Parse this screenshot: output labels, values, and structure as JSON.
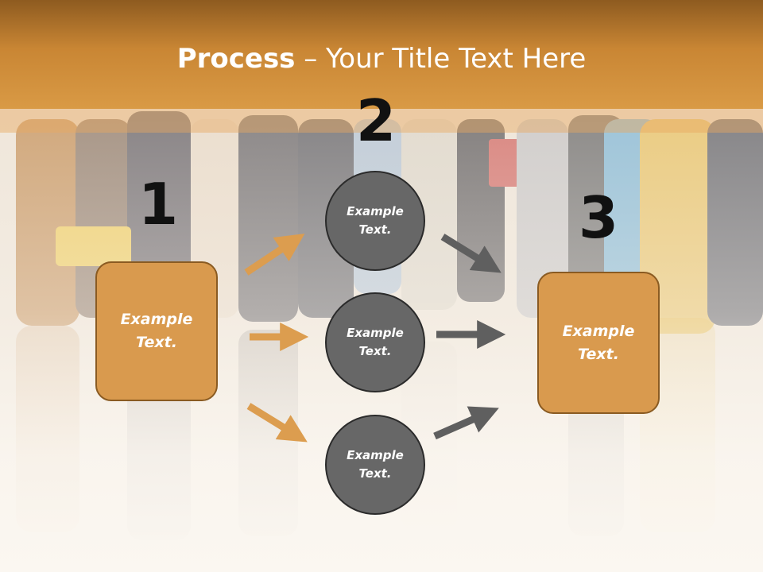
{
  "slide": {
    "title_bold": "Process",
    "title_rest": " – Your Title Text Here"
  },
  "steps": {
    "step1": {
      "number": "1",
      "text": "Example\nText."
    },
    "step2": {
      "number": "2",
      "items": [
        {
          "text": "Example\nText."
        },
        {
          "text": "Example\nText."
        },
        {
          "text": "Example\nText."
        }
      ]
    },
    "step3": {
      "number": "3",
      "text": "Example\nText."
    }
  },
  "colors": {
    "orange_box": "#d99a4e",
    "orange_arrow": "#dc9d4f",
    "gray_circle": "#676767",
    "gray_arrow": "#5f5f5f"
  }
}
